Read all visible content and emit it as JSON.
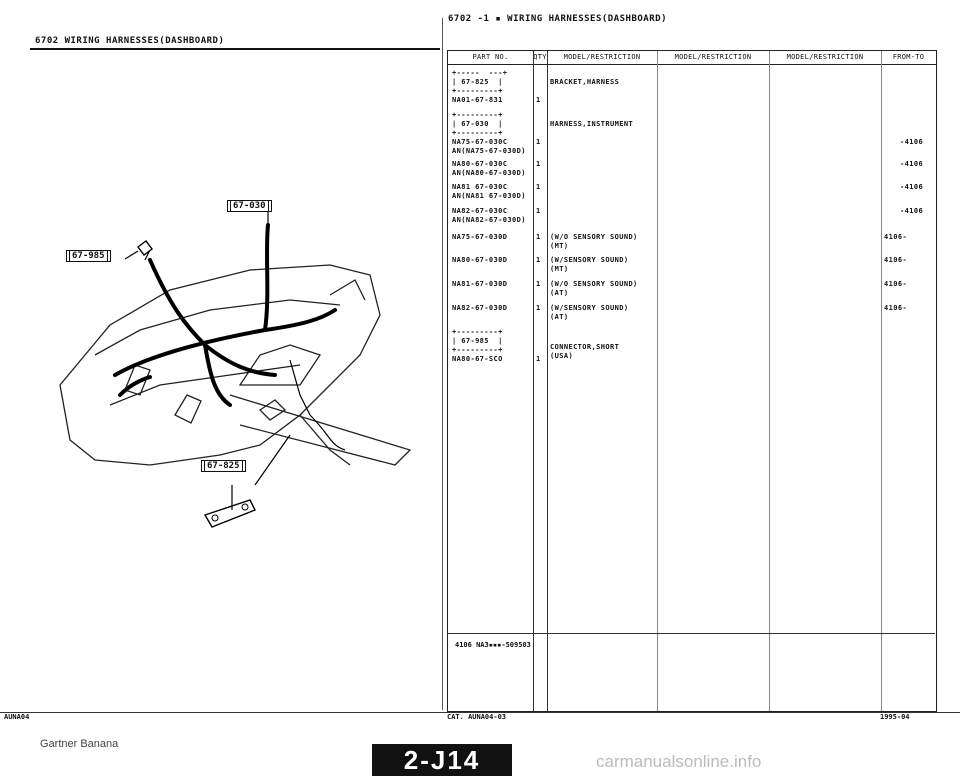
{
  "left_header": "6702   WIRING HARNESSES(DASHBOARD)",
  "right_header": "6702  -1 ▪  WIRING HARNESSES(DASHBOARD)",
  "diagram_labels": {
    "c030": "67-030",
    "c985": "67-985",
    "c825": "67-825"
  },
  "table": {
    "headers": [
      "PART NO.",
      "QTY",
      "MODEL/RESTRICTION",
      "MODEL/RESTRICTION",
      "MODEL/RESTRICTION",
      "FROM-TO"
    ],
    "rows": [
      {
        "part": "+-----  ---+\n| 67-825  |\n+---------+\nNA01-67-831",
        "qty": "1",
        "desc": "BRACKET,HARNESS",
        "from": ""
      },
      {
        "part": "+---------+\n| 67-030  |\n+---------+\nNA75-67-030C\nAN(NA75-67-030D)",
        "qty": "1",
        "desc": "HARNESS,INSTRUMENT",
        "from": "-4106"
      },
      {
        "part": "NA80-67-030C\nAN(NA80-67-030D)",
        "qty": "1",
        "desc": "",
        "from": "-4106"
      },
      {
        "part": "NA81 67-030C\nAN(NA81 67-030D)",
        "qty": "1",
        "desc": "",
        "from": "-4106"
      },
      {
        "part": "NA82-67-030C\nAN(NA82-67-030D)",
        "qty": "1",
        "desc": "",
        "from": "-4106"
      },
      {
        "part": "NA75-67-030D",
        "qty": "1",
        "desc": "(W/O SENSORY SOUND)\n(MT)",
        "from": "4106-"
      },
      {
        "part": "NA80-67-030D",
        "qty": "1",
        "desc": "(W/SENSORY SOUND)\n(MT)",
        "from": "4106-"
      },
      {
        "part": "NA81-67-030D",
        "qty": "1",
        "desc": "(W/O SENSORY SOUND)\n(AT)",
        "from": "4106-"
      },
      {
        "part": "NA82-67-030D",
        "qty": "1",
        "desc": "(W/SENSORY SOUND)\n(AT)",
        "from": "4106-"
      },
      {
        "part": "+---------+\n| 67-985  |\n+---------+\nNA80-67-SCO",
        "qty": "1",
        "desc": "CONNECTOR,SHORT\n(USA)",
        "from": ""
      }
    ]
  },
  "footnote": "4106 NA3▪▪▪-509503",
  "bottom": {
    "left": "AUNA04",
    "center": "CAT. AUNA04-03",
    "right": "1995-04"
  },
  "brand": "Gartner Banana",
  "badge": "2-J14",
  "watermark": "carmanualsonline.info"
}
